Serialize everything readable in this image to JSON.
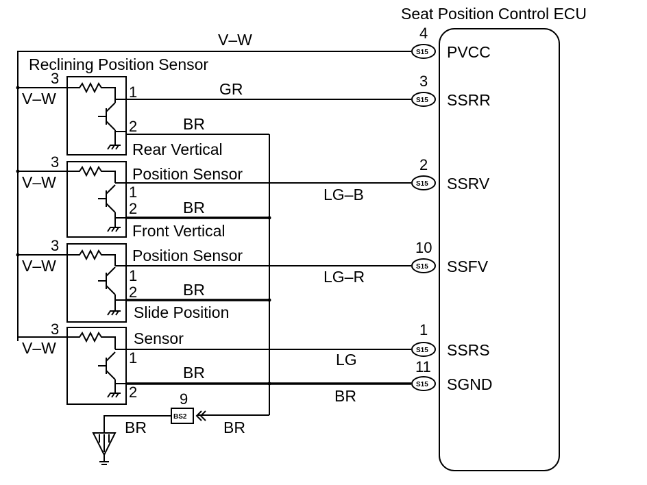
{
  "ecu": {
    "title": "Seat Position Control ECU",
    "terminals": [
      {
        "pin": "4",
        "name": "PVCC",
        "connector": "S15"
      },
      {
        "pin": "3",
        "name": "SSRR",
        "connector": "S15"
      },
      {
        "pin": "2",
        "name": "SSRV",
        "connector": "S15"
      },
      {
        "pin": "10",
        "name": "SSFV",
        "connector": "S15"
      },
      {
        "pin": "1",
        "name": "SSRS",
        "connector": "S15"
      },
      {
        "pin": "11",
        "name": "SGND",
        "connector": "S15"
      }
    ]
  },
  "sensors": [
    {
      "name_line1": "Reclining Position Sensor",
      "name_line2": "",
      "pin_supply": "3",
      "pin_signal": "1",
      "pin_ground": "2",
      "supply_wire": "V–W",
      "signal_wire": "GR",
      "ground_wire": "BR"
    },
    {
      "name_line1": "Rear Vertical",
      "name_line2": "Position Sensor",
      "pin_supply": "3",
      "pin_signal": "1",
      "pin_ground": "2",
      "supply_wire": "V–W",
      "signal_wire": "LG–B",
      "ground_wire": "BR"
    },
    {
      "name_line1": "Front Vertical",
      "name_line2": "Position Sensor",
      "pin_supply": "3",
      "pin_signal": "1",
      "pin_ground": "2",
      "supply_wire": "V–W",
      "signal_wire": "LG–R",
      "ground_wire": "BR"
    },
    {
      "name_line1": "Slide Position",
      "name_line2": "Sensor",
      "pin_supply": "3",
      "pin_signal": "1",
      "pin_ground": "2",
      "supply_wire": "V–W",
      "signal_wire": "LG",
      "ground_wire": "BR"
    }
  ],
  "wires": {
    "supply_main": "V–W",
    "ground_main": "BR",
    "ground_to_bs2": "BR",
    "ground_to_earth": "BR"
  },
  "ground_connector": {
    "pin": "9",
    "name": "BS2"
  }
}
